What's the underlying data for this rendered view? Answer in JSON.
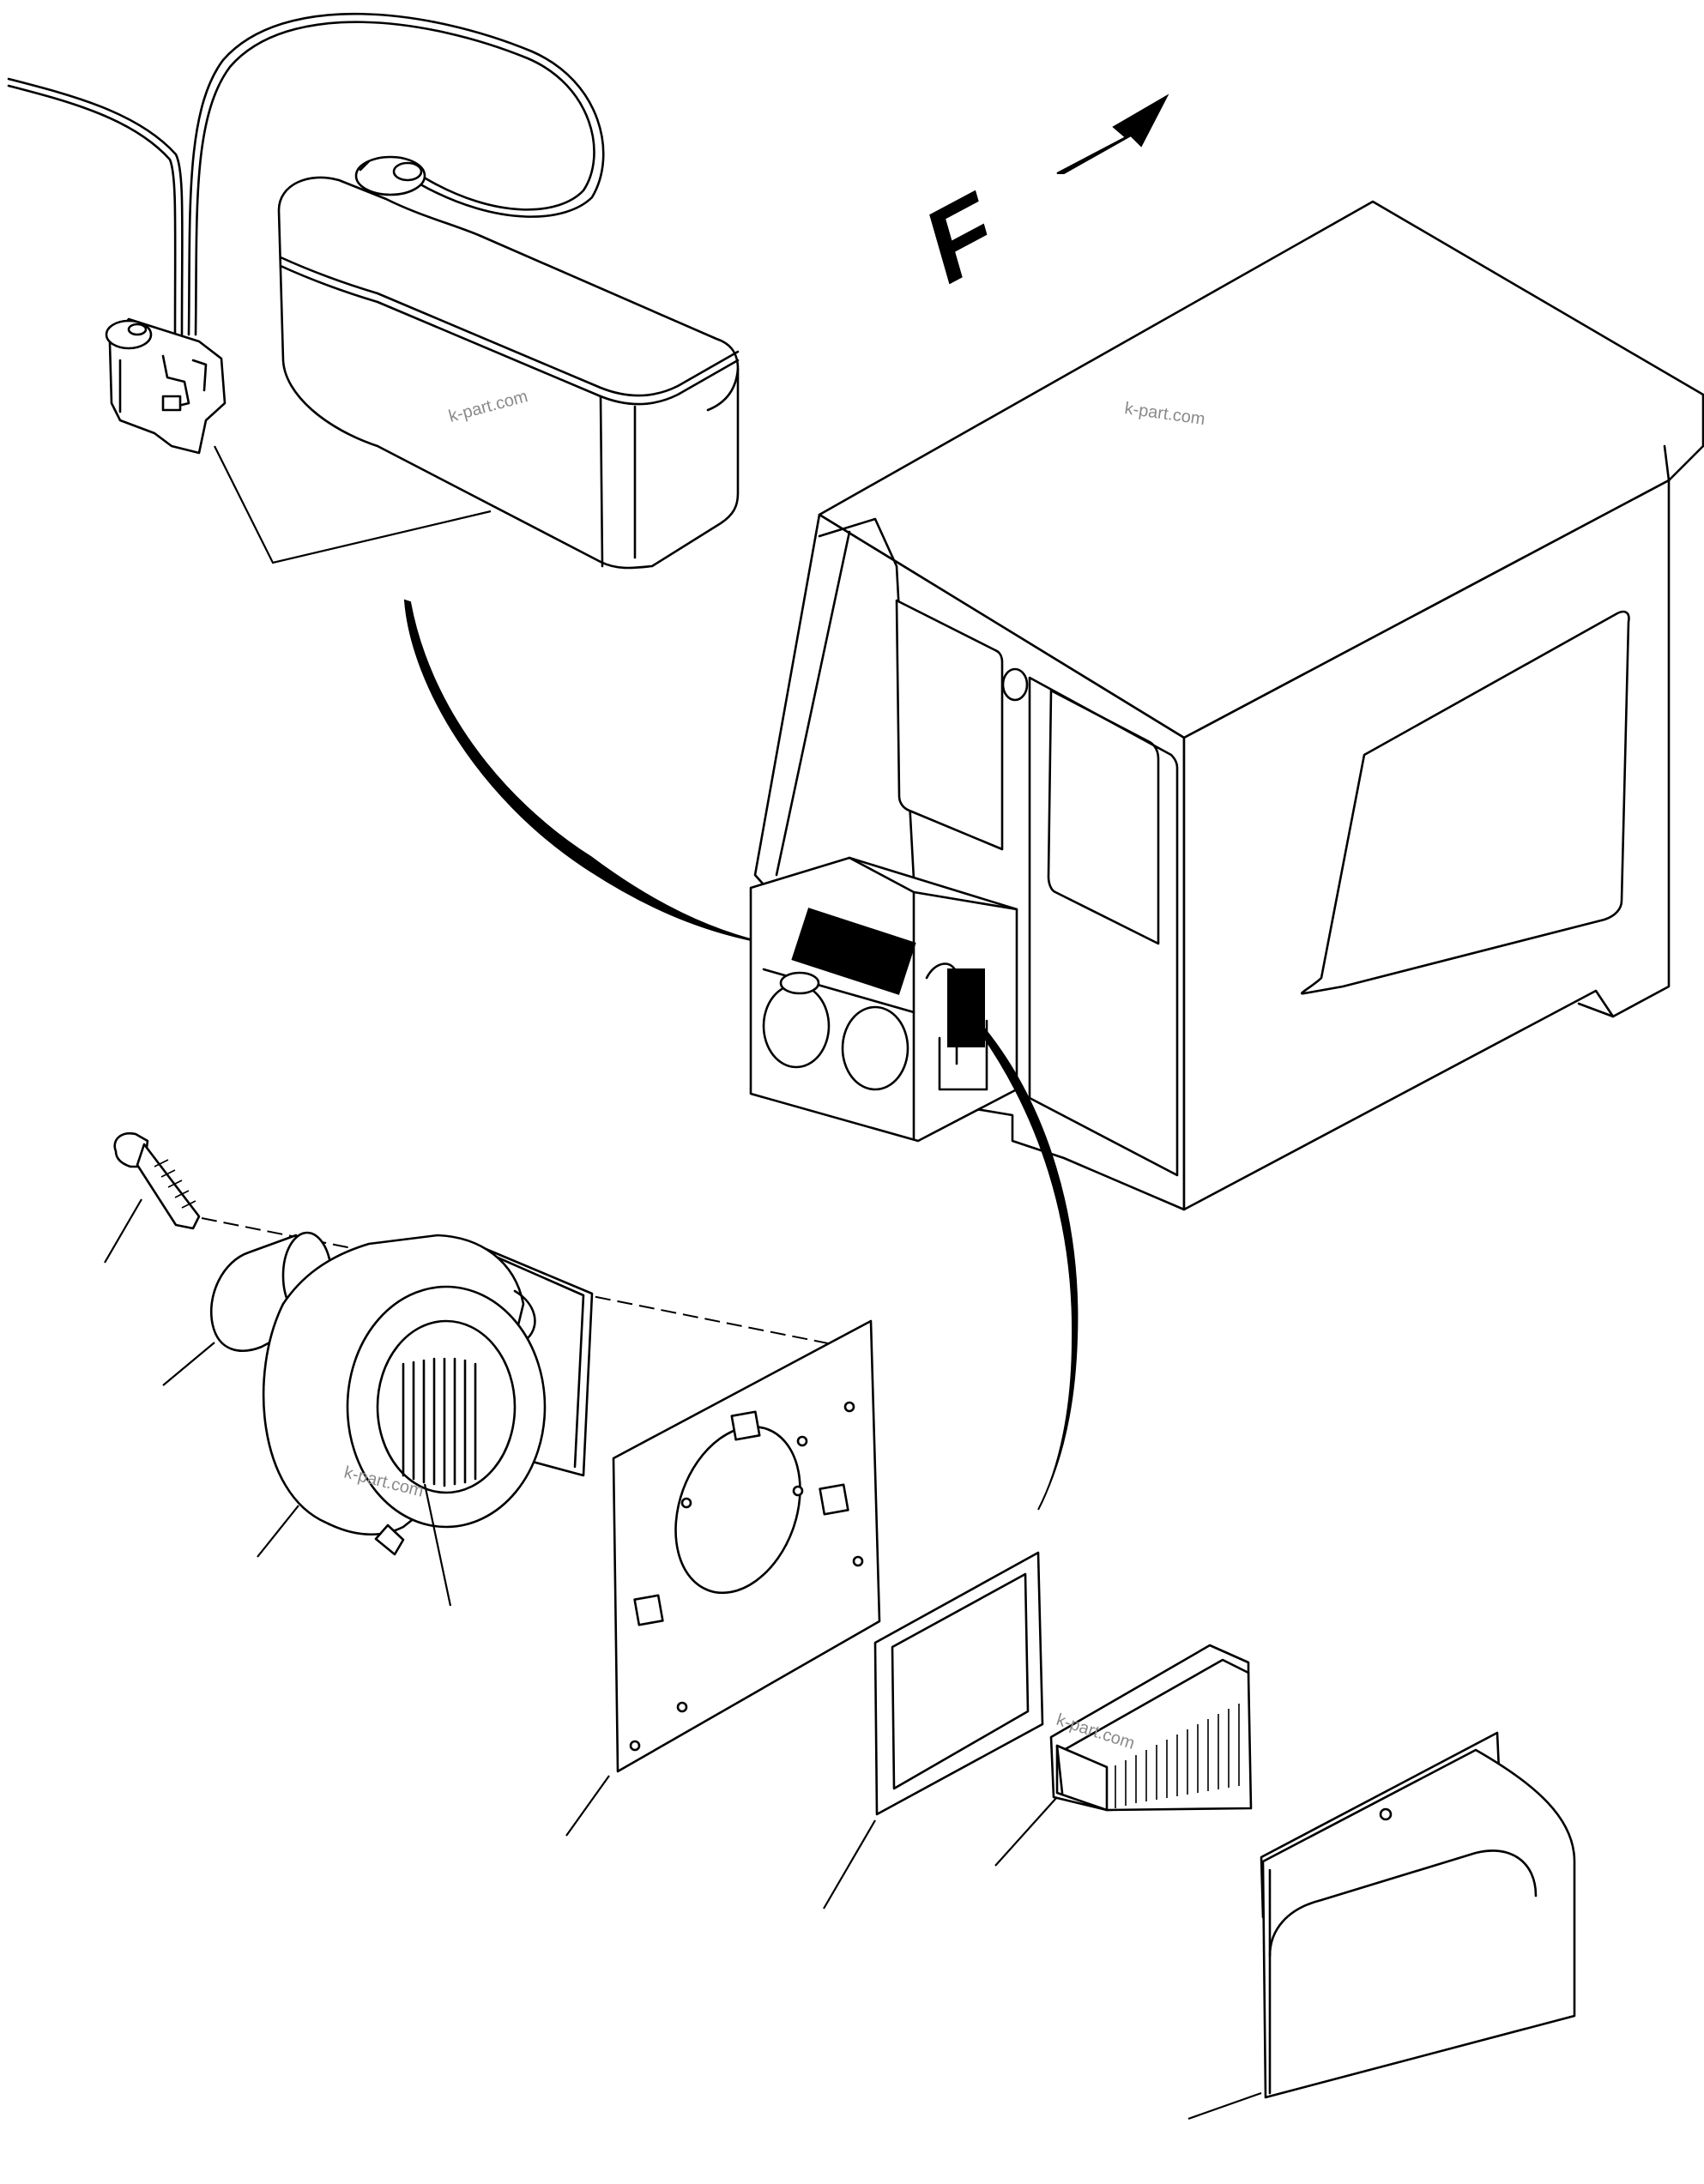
{
  "direction_marker": {
    "letter": "F",
    "arrow_icon": "arrow-forward-icon"
  },
  "watermarks": [
    "k-part.com",
    "k-part.com",
    "k-part.com",
    "k-part.com"
  ],
  "parts": [
    {
      "name": "washer-tank"
    },
    {
      "name": "washer-pump-motor"
    },
    {
      "name": "operator-cab"
    },
    {
      "name": "heater-unit"
    },
    {
      "name": "bolt"
    },
    {
      "name": "fan-motor"
    },
    {
      "name": "blower-housing"
    },
    {
      "name": "fan-impeller"
    },
    {
      "name": "mounting-plate"
    },
    {
      "name": "gasket"
    },
    {
      "name": "air-filter"
    },
    {
      "name": "filter-cover"
    }
  ]
}
